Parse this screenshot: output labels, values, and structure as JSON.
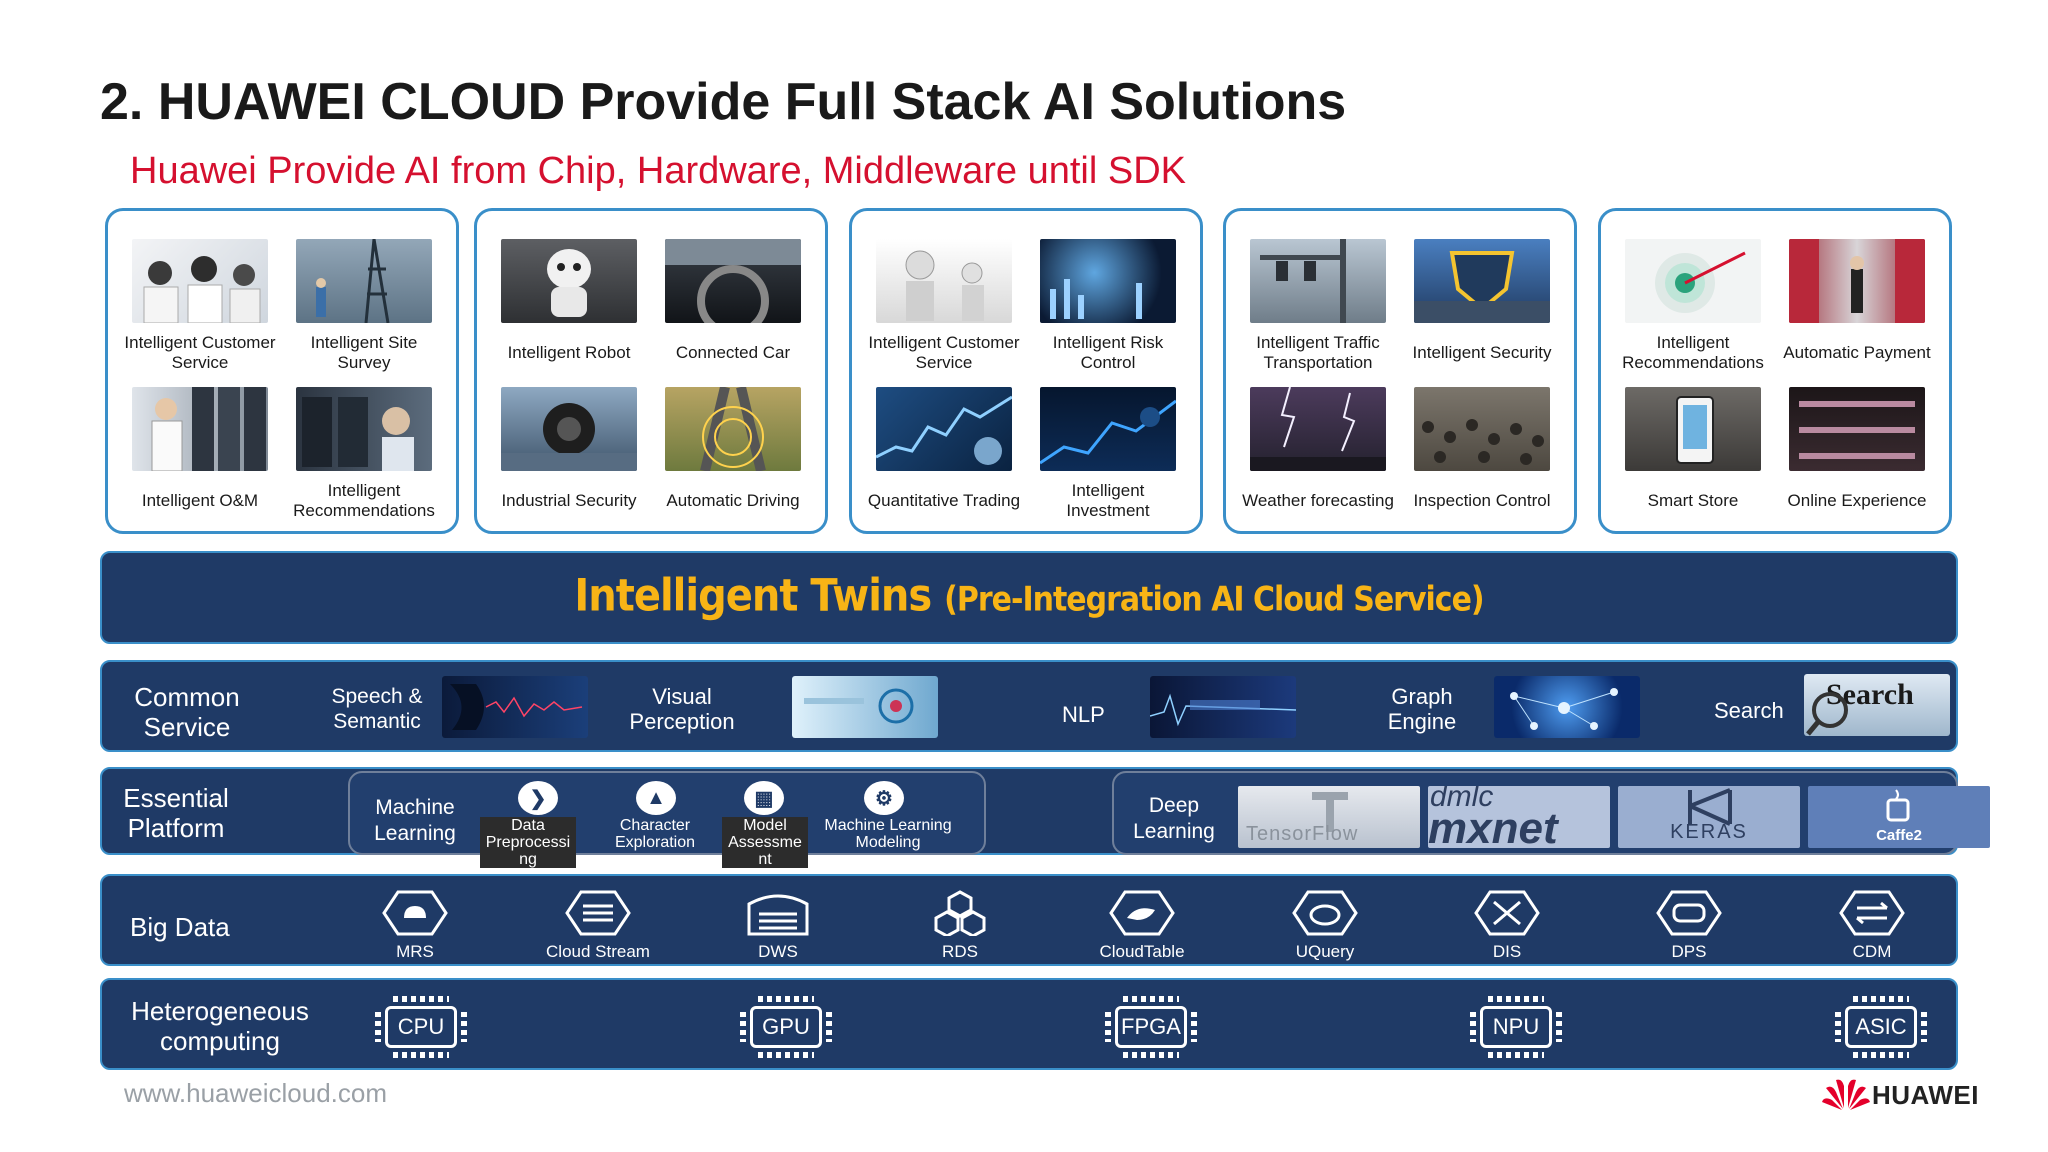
{
  "title": "2. HUAWEI CLOUD Provide Full Stack AI Solutions",
  "subtitle": "Huawei Provide AI from Chip, Hardware, Middleware until SDK",
  "panels": [
    {
      "tiles": [
        [
          "Intelligent Customer",
          "Service"
        ],
        [
          "Intelligent  Site",
          "Survey"
        ],
        [
          "Intelligent O&M"
        ],
        [
          "Intelligent",
          "Recommendations"
        ]
      ]
    },
    {
      "tiles": [
        [
          "Intelligent Robot"
        ],
        [
          "Connected Car"
        ],
        [
          "Industrial Security"
        ],
        [
          "Automatic Driving"
        ]
      ]
    },
    {
      "tiles": [
        [
          "Intelligent Customer",
          "Service"
        ],
        [
          "Intelligent Risk",
          "Control"
        ],
        [
          "Quantitative Trading"
        ],
        [
          "Intelligent",
          "Investment"
        ]
      ]
    },
    {
      "tiles": [
        [
          "Intelligent Traffic",
          "Transportation"
        ],
        [
          "Intelligent Security"
        ],
        [
          "Weather forecasting"
        ],
        [
          "Inspection Control"
        ]
      ]
    },
    {
      "tiles": [
        [
          "Intelligent",
          "Recommendations"
        ],
        [
          "Automatic Payment"
        ],
        [
          "Smart Store"
        ],
        [
          "Online Experience"
        ]
      ]
    }
  ],
  "twins": {
    "main": "Intelligent Twins",
    "paren": "(Pre-Integration AI Cloud Service)"
  },
  "common": {
    "label": [
      "Common",
      "Service"
    ],
    "items": [
      [
        "Speech &",
        "Semantic"
      ],
      [
        "Visual",
        "Perception"
      ],
      [
        "NLP"
      ],
      [
        "Graph",
        "Engine"
      ],
      [
        "Search"
      ]
    ],
    "search_thumb": "Search"
  },
  "essential": {
    "label": [
      "Essential",
      "Platform"
    ],
    "ml_label": [
      "Machine",
      "Learning"
    ],
    "ml_items": [
      [
        "Data",
        "Preprocessi",
        "ng"
      ],
      [
        "Character",
        "Exploration"
      ],
      [
        "Model",
        "Assessme",
        "nt"
      ],
      [
        "Machine Learning",
        "Modeling"
      ]
    ],
    "dl_label": [
      "Deep",
      "Learning"
    ],
    "frameworks": [
      "TensorFlow",
      "dmlc",
      "mxnet",
      "KERAS",
      "Caffe2"
    ]
  },
  "bigdata": {
    "label": "Big Data",
    "items": [
      "MRS",
      "Cloud Stream",
      "DWS",
      "RDS",
      "CloudTable",
      "UQuery",
      "DIS",
      "DPS",
      "CDM"
    ]
  },
  "hetero": {
    "label": [
      "Heterogeneous",
      "computing"
    ],
    "chips": [
      "CPU",
      "GPU",
      "FPGA",
      "NPU",
      "ASIC"
    ]
  },
  "footer": {
    "url": "www.huaweicloud.com",
    "brand": "HUAWEI"
  },
  "colors": {
    "accent_red": "#d5102f",
    "row_bg": "#1f3a66",
    "panel_border": "#3a8fc9",
    "twins_text": "#f8b416"
  }
}
